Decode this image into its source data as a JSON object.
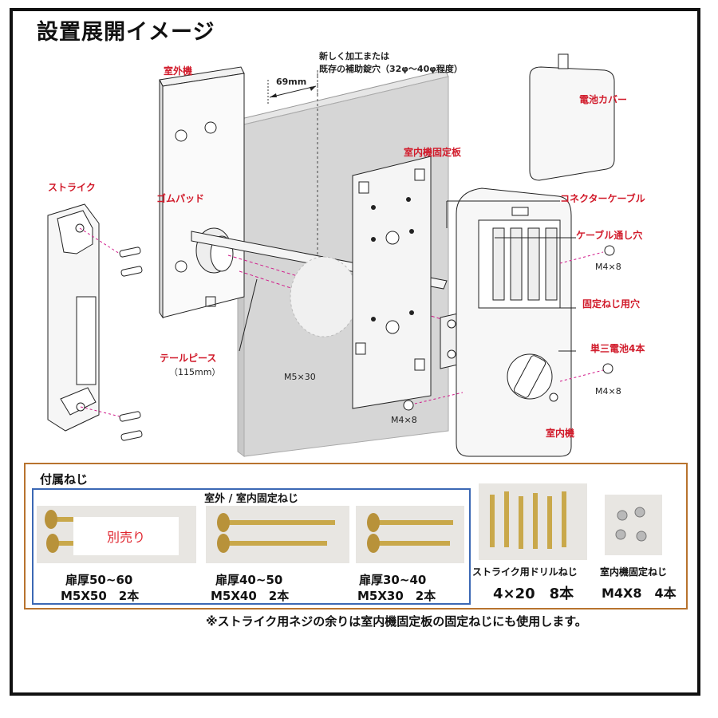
{
  "title": "設置展開イメージ",
  "labels": {
    "outdoor_unit": "室外機",
    "rubber_pad": "ゴムパッド",
    "strike": "ストライク",
    "tailpiece": "テールピース",
    "tailpiece_len": "（115mm）",
    "hole_note_1": "新しく加工または",
    "hole_note_2": "既存の補助錠穴（32φ〜40φ程度）",
    "dim_69": "69mm",
    "battery_cover": "電池カバー",
    "indoor_plate": "室内機固定板",
    "connector_cable": "コネクターケーブル",
    "cable_hole": "ケーブル通し穴",
    "fixing_hole": "固定ねじ用穴",
    "aa_battery": "単三電池4本",
    "indoor_unit": "室内機",
    "m4x8_a": "M4×8",
    "m4x8_b": "M4×8",
    "m4x8_c": "M4×8",
    "m5x30": "M5×30"
  },
  "accessories": {
    "title": "付属ねじ",
    "fixing_title": "室外 / 室内固定ねじ",
    "sold_separately": "別売り",
    "screw1_line1": "扉厚50~60",
    "screw1_line2": "M5X50　2本",
    "screw2_line1": "扉厚40~50",
    "screw2_line2": "M5X40　2本",
    "screw3_line1": "扉厚30~40",
    "screw3_line2": "M5X30　2本",
    "strike_screw_label": "ストライク用ドリルねじ",
    "strike_screw_spec": "4×20　8本",
    "indoor_screw_label": "室内機固定ねじ",
    "indoor_screw_spec": "M4X8　4本"
  },
  "note": "※ストライク用ネジの余りは室内機固定板の固定ねじにも使用します。"
}
